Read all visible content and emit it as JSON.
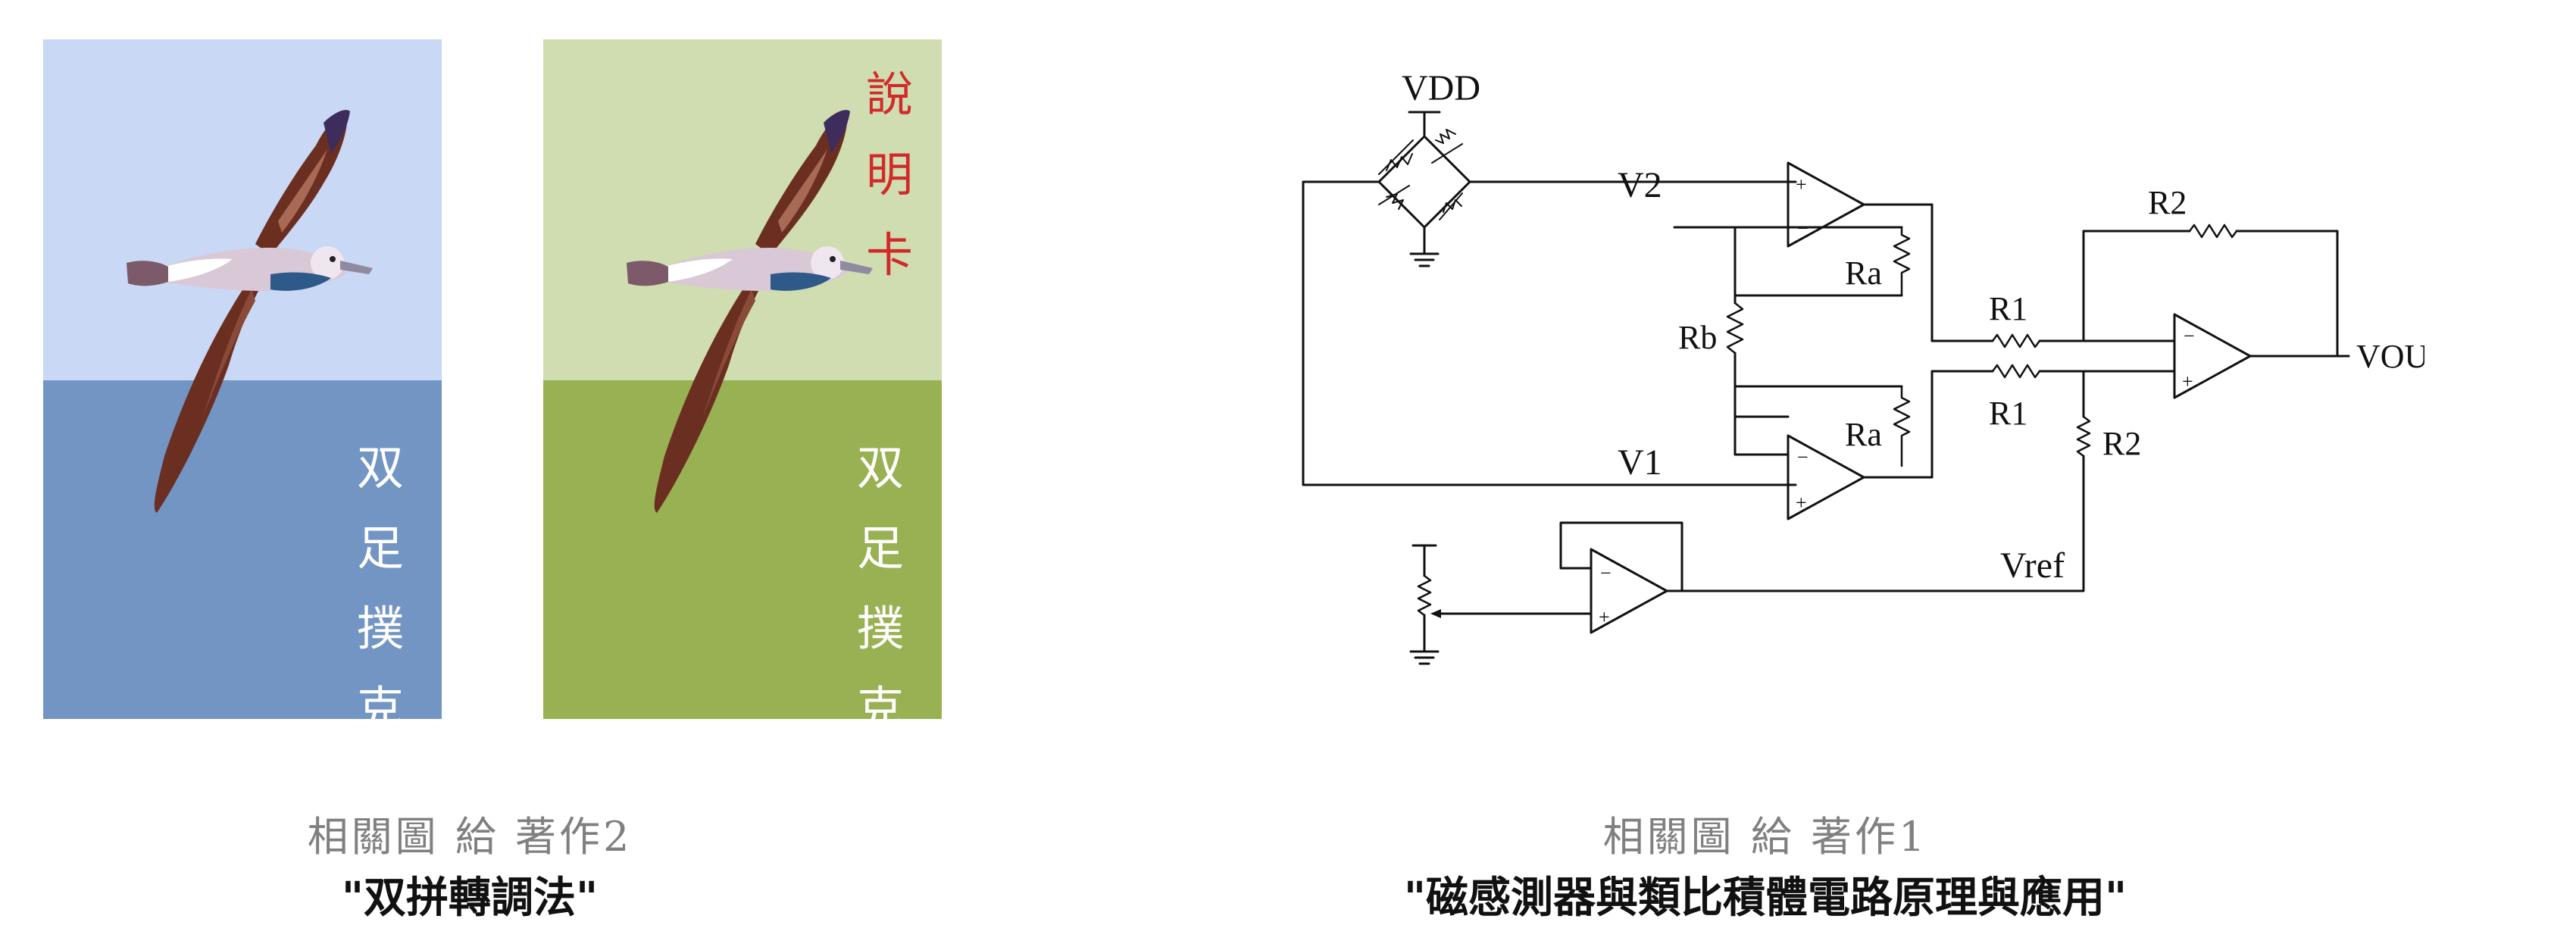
{
  "cards": [
    {
      "sky_color": "#c9d8f4",
      "ground_color": "#7395c4",
      "title_chars": [
        "双",
        "足",
        "撲",
        "克"
      ]
    },
    {
      "sky_color": "#cfddb0",
      "ground_color": "#98b152",
      "note_chars": [
        "說",
        "明",
        "卡"
      ],
      "title_chars": [
        "双",
        "足",
        "撲",
        "克"
      ]
    }
  ],
  "colors": {
    "card_note_red": "#d12a2a",
    "caption_gray": "#808080"
  },
  "captions": [
    {
      "line1": "相關圖 給 著作2",
      "line2": "\"双拼轉調法\""
    },
    {
      "line1": "相關圖 給 著作1",
      "line2": "\"磁感測器與類比積體電路原理與應用\""
    }
  ],
  "circuit": {
    "labels": {
      "vdd": "VDD",
      "v2": "V2",
      "v1": "V1",
      "ra_top": "Ra",
      "ra_bottom": "Ra",
      "rb": "Rb",
      "r1_top": "R1",
      "r1_bottom": "R1",
      "r2_top": "R2",
      "r2_right": "R2",
      "vout": "VOUT",
      "vref": "Vref"
    }
  }
}
